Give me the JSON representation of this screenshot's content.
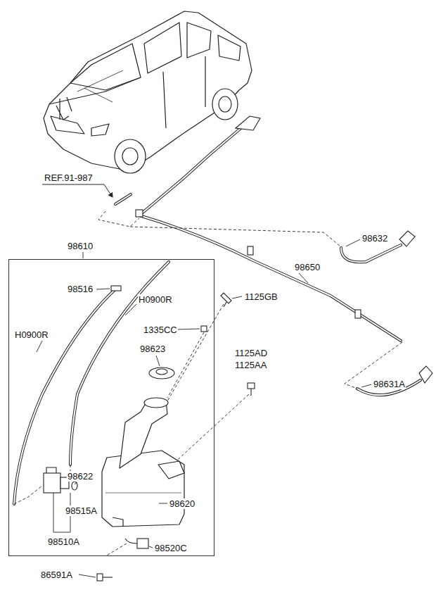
{
  "diagram": {
    "nodes": [
      {
        "text": [
          "98610"
        ]
      }
    ],
    "labels": [
      "REF.91-987",
      "98516",
      "H0900R",
      "H0900R",
      "1125GB",
      "1335CC",
      "98623",
      "98632",
      "98650",
      "1125AD",
      "1125AA",
      "98631A",
      "98622",
      "98515A",
      "98620",
      "98510A",
      "98520C",
      "86591A"
    ]
  }
}
